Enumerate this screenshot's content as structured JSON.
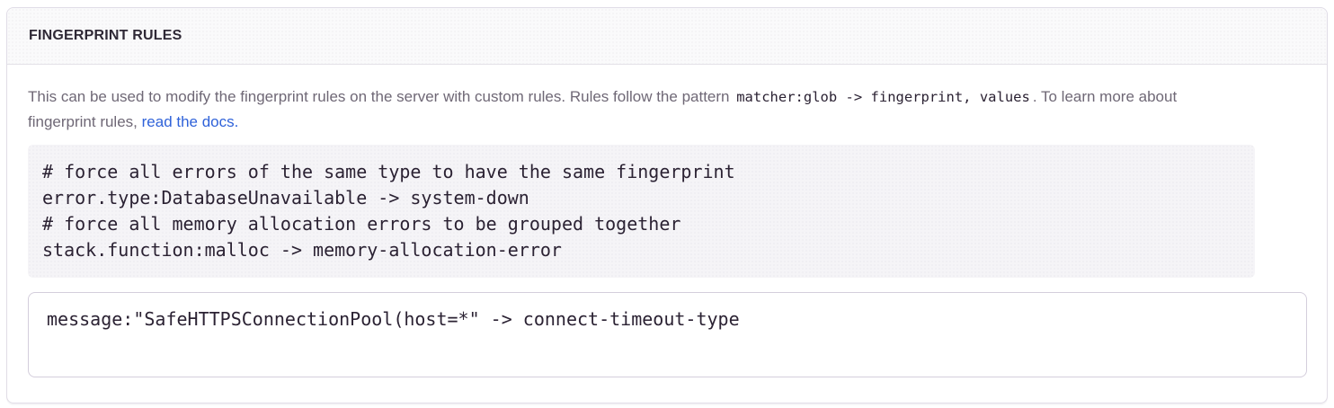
{
  "panel": {
    "header": {
      "title": "FINGERPRINT RULES"
    },
    "description": {
      "text_before_pattern": "This can be used to modify the fingerprint rules on the server with custom rules. Rules follow the pattern ",
      "pattern_code": "matcher:glob -> fingerprint, values",
      "text_after_pattern": ". To learn more about fingerprint rules, ",
      "link_label": "read the docs."
    },
    "example_code": {
      "text": "# force all errors of the same type to have the same fingerprint\nerror.type:DatabaseUnavailable -> system-down\n# force all memory allocation errors to be grouped together\nstack.function:malloc -> memory-allocation-error"
    },
    "rules_field": {
      "value": "message:\"SafeHTTPSConnectionPool(host=*\" -> connect-timeout-type"
    }
  },
  "colors": {
    "link_blue": "#2f62d9",
    "header_text": "#2f2936",
    "body_text": "#6f6876",
    "code_text": "#2b2233",
    "panel_border": "#e0dce6",
    "code_background": "#f5f4f7",
    "header_background": "#fafafb",
    "textarea_border": "#d4cedc"
  }
}
